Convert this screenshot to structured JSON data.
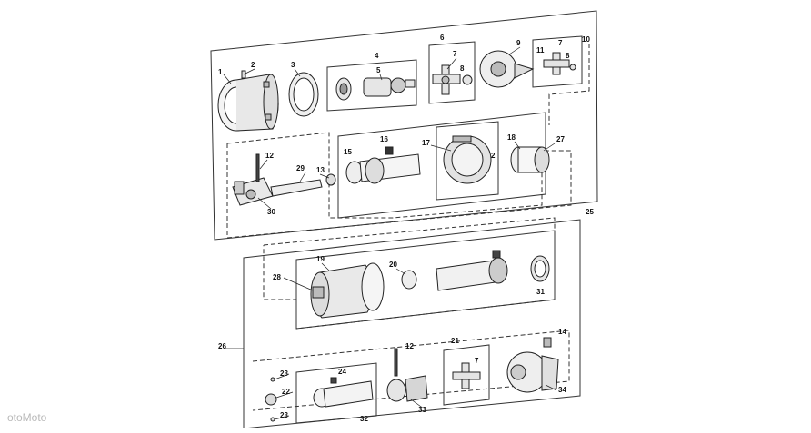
{
  "watermark": "otoMoto",
  "top_assembly": {
    "callouts": [
      "1",
      "2",
      "3",
      "4",
      "5",
      "6",
      "7",
      "8",
      "9",
      "11",
      "7",
      "8",
      "10"
    ],
    "middle_callouts": [
      "12",
      "29",
      "13",
      "30",
      "15",
      "16",
      "17",
      "2",
      "18",
      "27"
    ],
    "group_label": "25"
  },
  "bottom_assembly": {
    "group_label": "26",
    "upper_callouts": [
      "19",
      "20",
      "28",
      "31"
    ],
    "lower_callouts": [
      "14",
      "21",
      "7",
      "12",
      "23",
      "22",
      "23",
      "24",
      "32",
      "33",
      "34"
    ]
  },
  "colors": {
    "line": "#222222",
    "frame": "#333333",
    "fill": "#f2f2f2",
    "shade": "#c8c8c8"
  }
}
